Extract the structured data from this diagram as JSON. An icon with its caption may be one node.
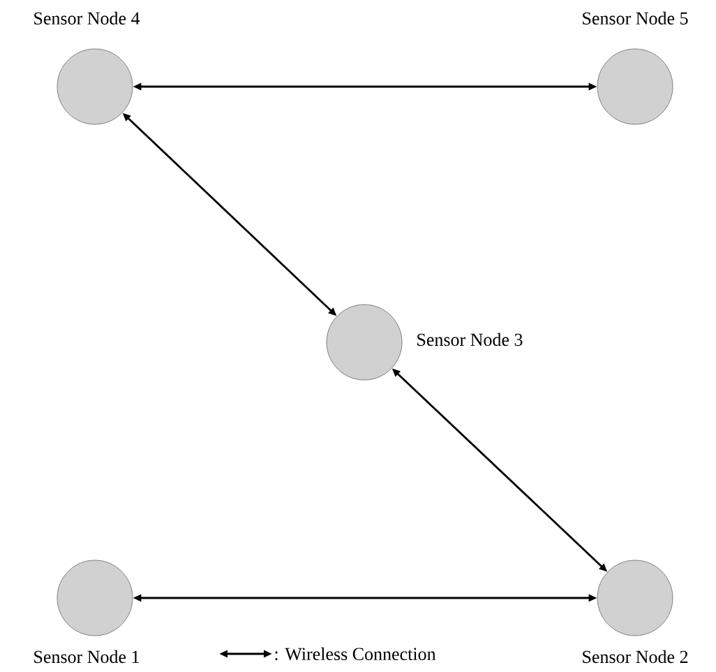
{
  "diagram": {
    "nodes": [
      {
        "text": [
          "Sensor Node 4"
        ]
      },
      {
        "text": [
          "Sensor Node 5"
        ]
      },
      {
        "text": [
          "Sensor Node 3"
        ]
      },
      {
        "text": [
          "Sensor Node 1"
        ]
      },
      {
        "text": [
          "Sensor Node 2"
        ]
      }
    ],
    "edges": [
      {
        "from": 0,
        "to": 1,
        "arrow": "both"
      },
      {
        "from": 0,
        "to": 2,
        "arrow": "both"
      },
      {
        "from": 2,
        "to": 4,
        "arrow": "both"
      },
      {
        "from": 3,
        "to": 4,
        "arrow": "both"
      }
    ],
    "legend": [
      {
        "text": ": Wireless Connection"
      }
    ]
  }
}
